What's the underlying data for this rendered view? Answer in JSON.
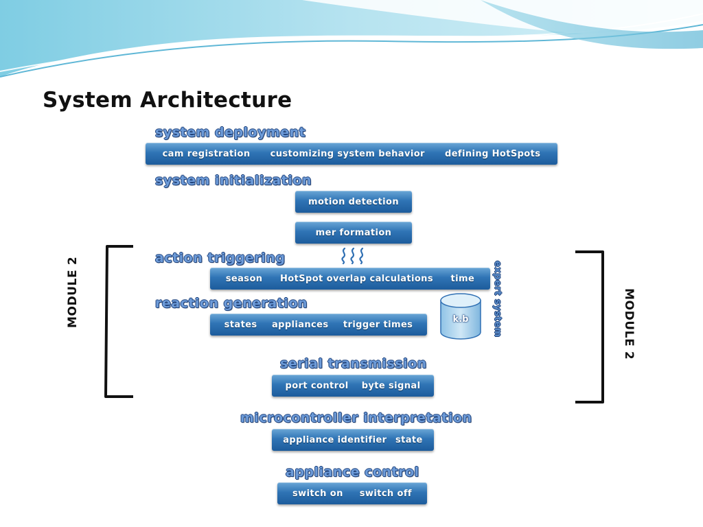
{
  "slide": {
    "title": "System Architecture"
  },
  "colors": {
    "bar_top": "#6aa6d6",
    "bar_bottom": "#1d5c9c",
    "stage_text": "#6d9bd8",
    "stage_outline": "#1c3f78",
    "wave_light": "#bfe6f2",
    "wave_dark": "#7cc6de"
  },
  "stages": {
    "deployment": {
      "title": "system deployment",
      "items": [
        "cam registration",
        "customizing system behavior",
        "defining HotSpots"
      ]
    },
    "initialization": {
      "title": "system initialization",
      "box1": "motion detection",
      "box2": "mer formation"
    },
    "action": {
      "title": "action triggering",
      "items": [
        "season",
        "HotSpot overlap calculations",
        "time"
      ]
    },
    "reaction": {
      "title": "reaction generation",
      "items": [
        "states",
        "appliances",
        "trigger times"
      ]
    },
    "serial": {
      "title": "serial transmission",
      "items": [
        "port control",
        "byte signal"
      ]
    },
    "micro": {
      "title": "microcontroller interpretation",
      "items": [
        "appliance identifier",
        "state"
      ]
    },
    "control": {
      "title": "appliance control",
      "items": [
        "switch on",
        "switch off"
      ]
    }
  },
  "side": {
    "expert_system": "expert system",
    "kb": "k.b",
    "module_left": "MODULE 2",
    "module_right": "MODULE 2"
  }
}
